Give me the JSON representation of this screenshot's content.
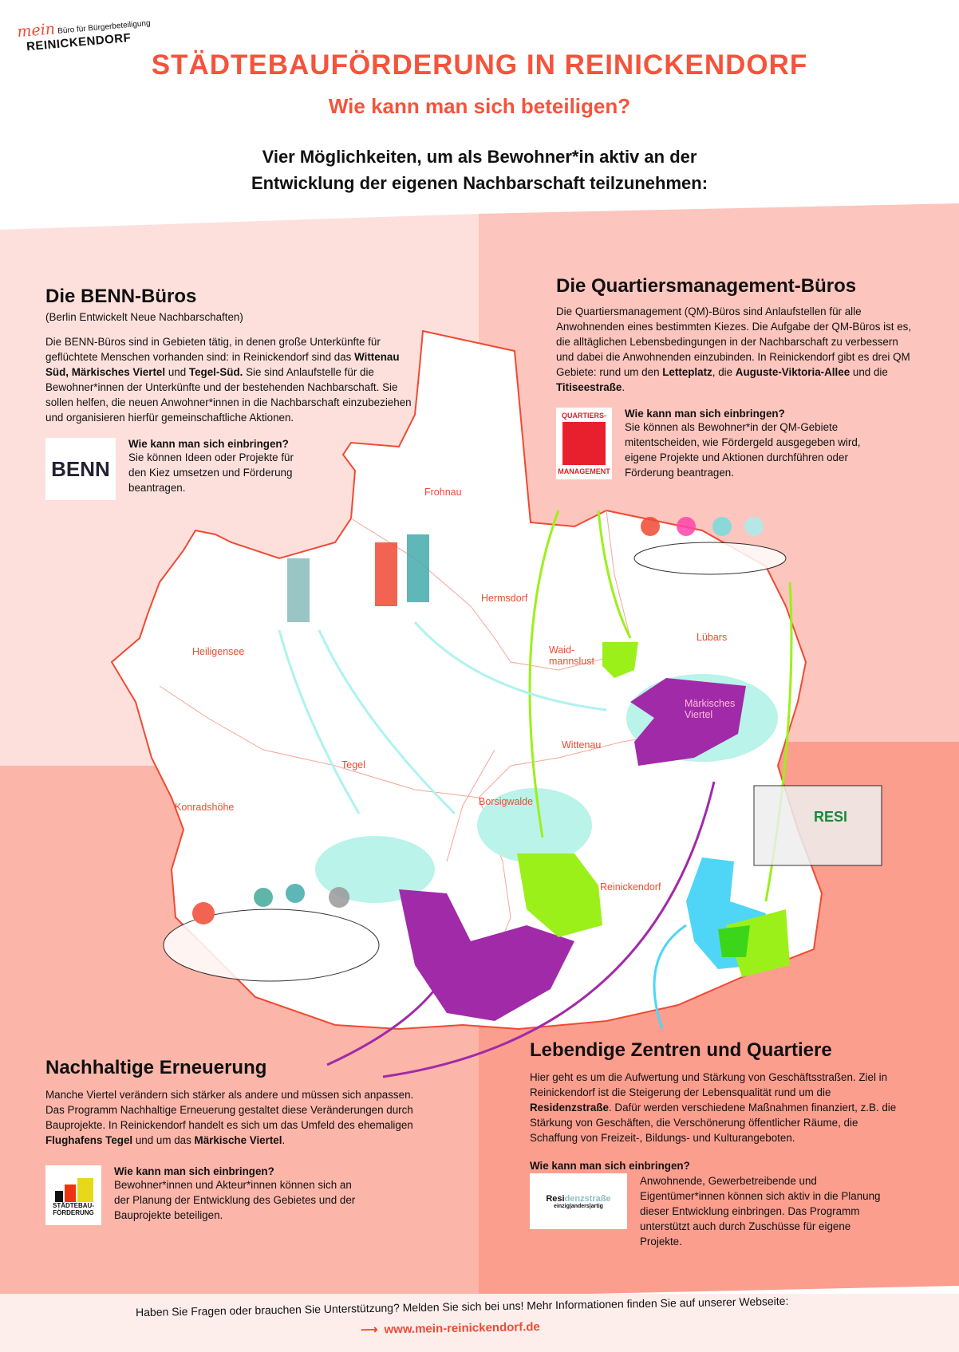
{
  "logo": {
    "mein": "mein",
    "subtitle": "Büro für Bürgerbeteiligung",
    "name": "REINICKENDORF"
  },
  "title": "STÄDTEBAUFÖRDERUNG IN REINICKENDORF",
  "subtitle": "Wie kann man sich beteiligen?",
  "intro": [
    "Vier Möglichkeiten, um als Bewohner*in aktiv an der",
    "Entwicklung der eigenen Nachbarschaft teilzunehmen:"
  ],
  "colors": {
    "accent": "#f5533b",
    "q1": "#fde0dc",
    "q2": "#fcc5bd",
    "q3": "#fbb5a9",
    "q4": "#fb9e8e",
    "purple": "#a12aa8",
    "green": "#9cf01a",
    "cyan": "#4fd6f7"
  },
  "benn": {
    "title": "Die BENN-Büros",
    "subtitle": "(Berlin Entwickelt Neue Nachbarschaften)",
    "text_a": "Die BENN-Büros sind in Gebieten tätig, in denen große Unterkünfte für geflüchtete Menschen vorhanden sind: in Reinickendorf sind das ",
    "bold_a": "Wittenau Süd, Märkisches Viertel",
    "text_b": " und ",
    "bold_b": "Tegel-Süd.",
    "text_c": " Sie sind Anlaufstelle für die Bewohner*innen der Unterkünfte und der bestehenden Nachbarschaft. Sie sollen helfen, die neuen Anwohner*innen in die Nachbarschaft einzubeziehen und organisieren hierfür gemeinschaftliche Aktionen.",
    "how_title": "Wie kann man sich einbringen?",
    "how_text": "Sie können Ideen oder Projekte für den Kiez umsetzen und Förderung beantragen.",
    "logo_text": "BENN"
  },
  "qm": {
    "title": "Die Quartiersmanagement-Büros",
    "text_a": "Die Quartiersmanagement (QM)-Büros sind Anlaufstellen für alle Anwohnenden eines bestimmten Kiezes. Die Aufgabe der QM-Büros ist es, die alltäglichen Lebensbedingungen in der Nachbarschaft zu verbessern und dabei die Anwohnenden einzubinden. In Reinickendorf gibt es drei QM Gebiete: rund um den ",
    "bold_a": "Letteplatz",
    "text_b": ", die ",
    "bold_b": "Auguste-Viktoria-Allee",
    "text_c": " und die ",
    "bold_c": "Titiseestraße",
    "text_d": ".",
    "how_title": "Wie kann man sich einbringen?",
    "how_text": "Sie können als Bewohner*in der QM-Gebiete mitentscheiden, wie Fördergeld ausgegeben wird, eigene Projekte und Aktionen durchführen oder Förderung beantragen.",
    "logo_top": "QUARTIERS-",
    "logo_bottom": "MANAGEMENT"
  },
  "ne": {
    "title": "Nachhaltige Erneuerung",
    "text_a": "Manche Viertel verändern sich stärker als andere und müssen sich anpassen. Das Programm Nachhaltige Erneuerung gestaltet diese Veränderungen durch Bauprojekte. In Reinickendorf handelt es sich um das Umfeld des ehemaligen ",
    "bold_a": "Flughafens Tegel",
    "text_b": " und um das ",
    "bold_b": "Märkische Viertel",
    "text_c": ".",
    "how_title": "Wie kann man sich einbringen?",
    "how_text": "Bewohner*innen und Akteur*innen können sich an der Planung der Entwicklung des Gebietes und der Bauprojekte beteiligen.",
    "logo_text": "STÄDTEBAU-FÖRDERUNG"
  },
  "lz": {
    "title": "Lebendige Zentren und Quartiere",
    "text_a": "Hier geht es um die Aufwertung und Stärkung von Geschäftsstraßen. Ziel in Reinickendorf ist die Steigerung der Lebensqualität rund um die ",
    "bold_a": "Residenzstraße",
    "text_b": ". Dafür werden verschiedene Maßnahmen finanziert, z.B. die Stärkung von Geschäften, die Verschönerung öffentlicher Räume, die Schaffung von Freizeit-, Bildungs- und Kulturangeboten.",
    "how_title": "Wie kann man sich einbringen?",
    "how_text": "Anwohnende, Gewerbetreibende und Eigentümer*innen können sich aktiv in die Planung dieser Entwicklung einbringen. Das Programm unterstützt auch durch Zuschüsse für eigene Projekte.",
    "logo_a": "Resi",
    "logo_b": "denzstraße",
    "logo_c": "einzig|anders|artig",
    "shop_sign": "RESI"
  },
  "districts": [
    "Frohnau",
    "Hermsdorf",
    "Heiligensee",
    "Waid-mannslust",
    "Lübars",
    "Märkisches Viertel",
    "Wittenau",
    "Tegel",
    "Konradshöhe",
    "Borsigwalde",
    "Reinickendorf"
  ],
  "footer": {
    "text": "Haben Sie Fragen oder brauchen Sie Unterstützung? Melden Sie sich bei uns! Mehr Informationen finden Sie auf unserer Webseite:",
    "url": "www.mein-reinickendorf.de"
  }
}
